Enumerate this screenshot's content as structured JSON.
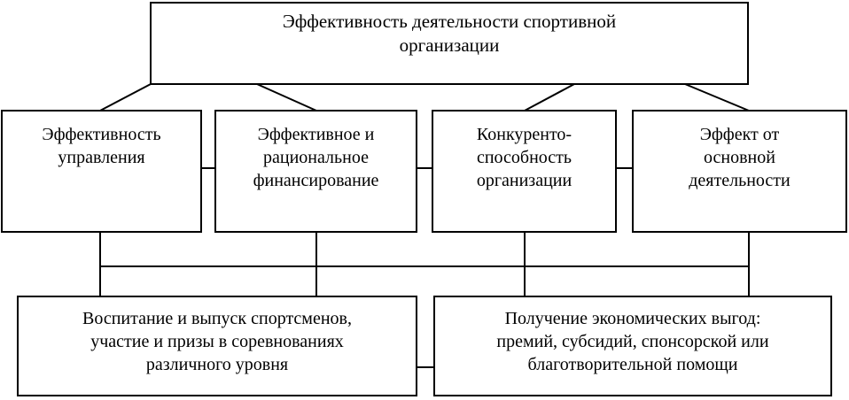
{
  "diagram": {
    "title": "Эффективность деятельности спортивной организации",
    "type": "hierarchy-tree",
    "colors": {
      "line": "#000000",
      "box_border": "#000000",
      "box_fill": "#ffffff",
      "text": "#000000",
      "background": "#ffffff"
    },
    "root": {
      "id": "root",
      "label": "Эффективность деятельности спортивной\nорганизации"
    },
    "level2": [
      {
        "id": "management",
        "label": "Эффективность\nуправления"
      },
      {
        "id": "financing",
        "label": "Эффективное и\nрациональное\nфинансирование"
      },
      {
        "id": "competitive",
        "label": "Конкуренто-\nспособность\nорганизации"
      },
      {
        "id": "effect",
        "label": "Эффект от\nосновной\nдеятельности"
      }
    ],
    "level3": [
      {
        "id": "athletes",
        "label": "Воспитание и выпуск спортсменов,\nучастие и призы в соревнованиях\nразличного уровня"
      },
      {
        "id": "benefits",
        "label": "Получение экономических выгод:\nпремий, субсидий, спонсорской или\nблаготворительной помощи"
      }
    ]
  }
}
